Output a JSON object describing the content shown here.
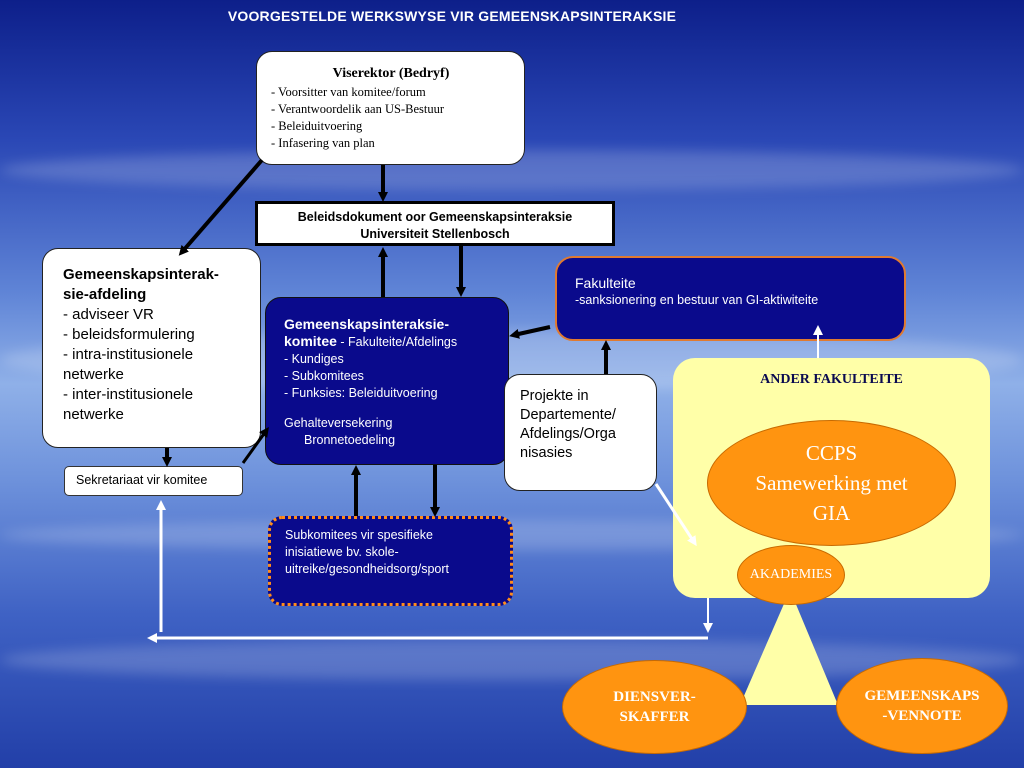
{
  "title": "VOORGESTELDE WERKSWYSE VIR GEMEENSKAPSINTERAKSIE",
  "viserektor": {
    "heading": "Viserektor (Bedryf)",
    "items": [
      "- Voorsitter van komitee/forum",
      "- Verantwoordelik aan US-Bestuur",
      "- Beleiduitvoering",
      "- Infasering van plan"
    ]
  },
  "beleidsdokument": {
    "line1": "Beleidsdokument oor Gemeenskapsinteraksie",
    "line2": "Universiteit Stellenbosch"
  },
  "afdeling": {
    "heading1": "Gemeenskapsinterak-",
    "heading2": "sie-afdeling",
    "items": [
      "- adviseer VR",
      "- beleidsformulering",
      "- intra-institusionele",
      "netwerke",
      "- inter-institusionele",
      "netwerke"
    ]
  },
  "komitee": {
    "heading1": "Gemeenskapsinteraksie-",
    "heading2": "komitee",
    "heading2_rest": " - Fakulteite/Afdelings",
    "items": [
      "- Kundiges",
      "- Subkomitees",
      "- Funksies: Beleiduitvoering"
    ],
    "gehalte1": "Gehalteversekering",
    "gehalte2": "Bronnetoedeling"
  },
  "sekretariaat": "Sekretariaat vir komitee",
  "subkomitees": {
    "line1": "Subkomitees vir spesifieke",
    "line2": "inisiatiewe bv. skole-",
    "line3": "uitreike/gesondheidsorg/sport"
  },
  "fakulteite": {
    "heading": "Fakulteite",
    "line": "-sanksionering en bestuur van GI-aktiwiteite"
  },
  "projekte": {
    "line1": "Projekte in",
    "line2": "Departemente/",
    "line3": "Afdelings/Orga",
    "line4": "nisasies"
  },
  "ander": {
    "heading": "ANDER FAKULTEITE",
    "ccps1": "CCPS",
    "ccps2": "Samewerking met",
    "ccps3": "GIA",
    "akademies": "AKADEMIES"
  },
  "diensver": {
    "line1": "DIENSVER-",
    "line2": "SKAFFER"
  },
  "gemeenskaps": {
    "line1": "GEMEENSKAPS",
    "line2": "-VENNOTE"
  },
  "colors": {
    "navy": "#0a0a8c",
    "orange": "#ff9410",
    "yellow": "#ffffa8",
    "fakulteite_border": "#e07a30"
  }
}
